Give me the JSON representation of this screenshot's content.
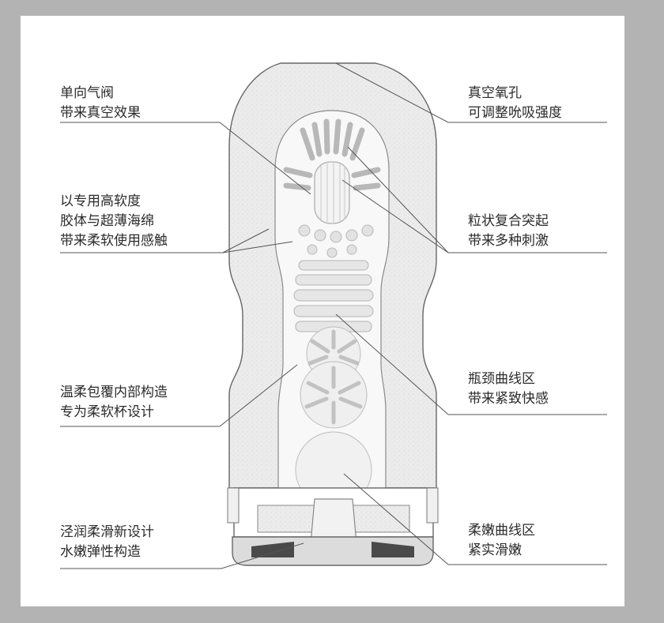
{
  "colors": {
    "background": "#b3b3b3",
    "panel": "#ffffff",
    "line": "#555555",
    "foam": "#ececec",
    "sleeve": "#f7f7f7",
    "text": "#2b2b2b"
  },
  "callouts": {
    "valve": {
      "line1": "单向气阀",
      "line2": "带来真空效果"
    },
    "gel": {
      "line1": "以专用高软度",
      "line2": "胶体与超薄海绵",
      "line3": "带来柔软使用感触"
    },
    "wrap": {
      "line1": "温柔包覆内部构造",
      "line2": "专为柔软杯设计"
    },
    "lube": {
      "line1": "泾润柔滑新设计",
      "line2": "水嫩弹性构造"
    },
    "hole": {
      "line1": "真空氧孔",
      "line2": "可调整吮吸强度"
    },
    "nubs": {
      "line1": "粒状复合突起",
      "line2": "带来多种刺激"
    },
    "neck": {
      "line1": "瓶颈曲线区",
      "line2": "带来紧致快感"
    },
    "soft": {
      "line1": "柔嫩曲线区",
      "line2": "紧实滑嫩"
    }
  }
}
